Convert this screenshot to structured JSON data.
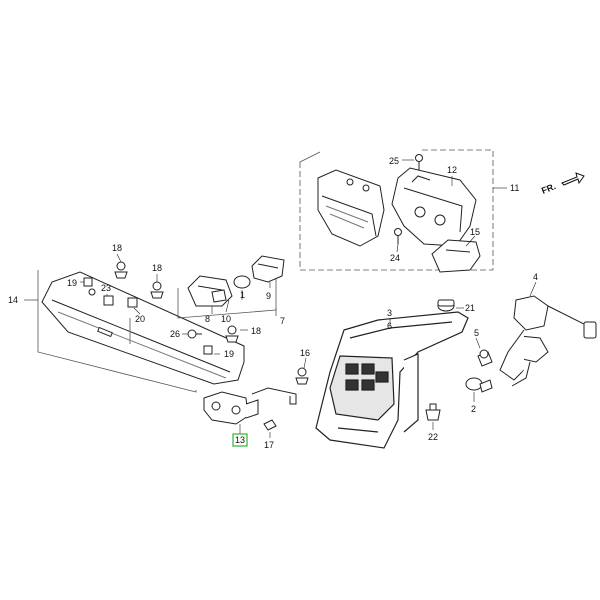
{
  "direction_label": "FR.",
  "callouts": {
    "c1": "1",
    "c2": "2",
    "c3": "3",
    "c4": "4",
    "c5": "5",
    "c6": "6",
    "c7": "7",
    "c8": "8",
    "c9": "9",
    "c10": "10",
    "c11": "11",
    "c12": "12",
    "c13": "13",
    "c14": "14",
    "c15": "15",
    "c16": "16",
    "c17": "17",
    "c18a": "18",
    "c18b": "18",
    "c18c": "18",
    "c19a": "19",
    "c19b": "19",
    "c20": "20",
    "c21": "21",
    "c22": "22",
    "c23": "23",
    "c24": "24",
    "c25": "25",
    "c26": "26"
  },
  "highlight_color": "#2fb32f"
}
